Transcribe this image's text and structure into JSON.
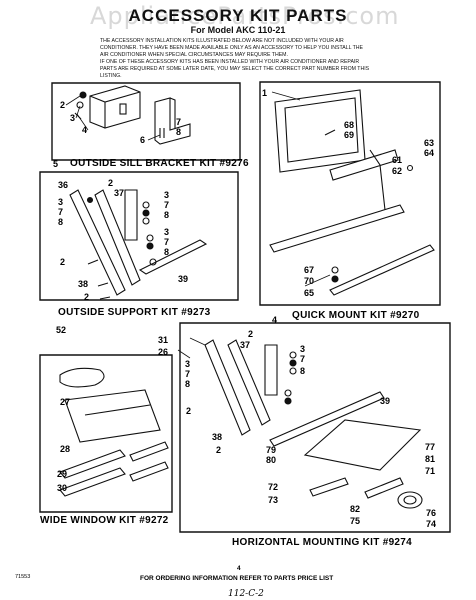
{
  "header": {
    "watermark": "AppliancePartsPros.com",
    "title": "ACCESSORY KIT PARTS",
    "subtitle": "For Model AKC 110-21",
    "intro": [
      "THE ACCESSORY INSTALLATION KITS ILLUSTRATED BELOW ARE NOT INCLUDED WITH YOUR AIR",
      "CONDITIONER. THEY HAVE BEEN MADE AVAILABLE ONLY AS AN ACCESSORY TO HELP YOU INSTALL THE",
      "AIR CONDITIONER WHEN SPECIAL CIRCUMSTANCES MAY REQUIRE THEM.",
      "IF ONE OF THESE ACCESSORY KITS HAS BEEN INSTALLED WITH YOUR AIR CONDITIONER AND REPAIR",
      "PARTS ARE REQUIRED AT SOME LATER DATE, YOU MAY SELECT THE CORRECT PART NUMBER FROM THIS",
      "LISTING."
    ]
  },
  "kits": {
    "sill": "OUTSIDE SILL BRACKET KIT #9276",
    "support": "OUTSIDE SUPPORT KIT #9273",
    "quick": "QUICK MOUNT KIT #9270",
    "wide": "WIDE WINDOW KIT #9272",
    "horizontal": "HORIZONTAL MOUNTING KIT #9274"
  },
  "callouts": {
    "sill": [
      "2",
      "3",
      "4",
      "6",
      "7",
      "8",
      "5"
    ],
    "support": [
      "36",
      "2",
      "37",
      "3",
      "7",
      "8",
      "3",
      "7",
      "8",
      "3",
      "7",
      "8",
      "2",
      "39",
      "38",
      "2"
    ],
    "quick": [
      "1",
      "68",
      "69",
      "63",
      "64",
      "61",
      "62",
      "67",
      "70",
      "65"
    ],
    "wide": [
      "27",
      "28",
      "29",
      "30"
    ],
    "horizontal": [
      "31",
      "26",
      "4",
      "2",
      "37",
      "3",
      "7",
      "8",
      "3",
      "7",
      "8",
      "2",
      "39",
      "38",
      "2",
      "79",
      "80",
      "77",
      "81",
      "71",
      "72",
      "73",
      "82",
      "75",
      "76",
      "74"
    ],
    "other": [
      "52"
    ]
  },
  "footer": {
    "code": "71553",
    "page": "4",
    "note": "FOR ORDERING INFORMATION REFER TO PARTS PRICE LIST",
    "handwritten": "112-C-2"
  }
}
